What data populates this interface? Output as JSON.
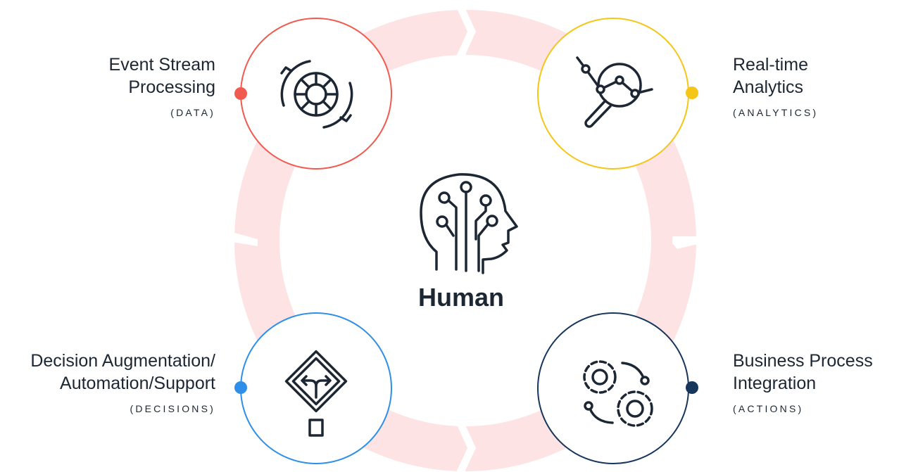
{
  "center": {
    "title": "Human",
    "icon": "human-brain-circuit-icon"
  },
  "nodes": [
    {
      "id": "data",
      "title_lines": [
        "Event Stream",
        "Processing"
      ],
      "tag": "(DATA)",
      "color": "#f05a4f",
      "icon": "event-stream-cycle-icon"
    },
    {
      "id": "analytics",
      "title_lines": [
        "Real-time",
        "Analytics"
      ],
      "tag": "(ANALYTICS)",
      "color": "#f5c518",
      "icon": "magnifier-chart-icon"
    },
    {
      "id": "decisions",
      "title_lines": [
        "Decision Augmentation/",
        "Automation/Support"
      ],
      "tag": "(DECISIONS)",
      "color": "#2e8fe8",
      "icon": "fork-road-sign-icon"
    },
    {
      "id": "actions",
      "title_lines": [
        "Business Process",
        "Integration"
      ],
      "tag": "(ACTIONS)",
      "color": "#17365c",
      "icon": "gears-icon"
    }
  ],
  "ring_color": "#fde3e3"
}
